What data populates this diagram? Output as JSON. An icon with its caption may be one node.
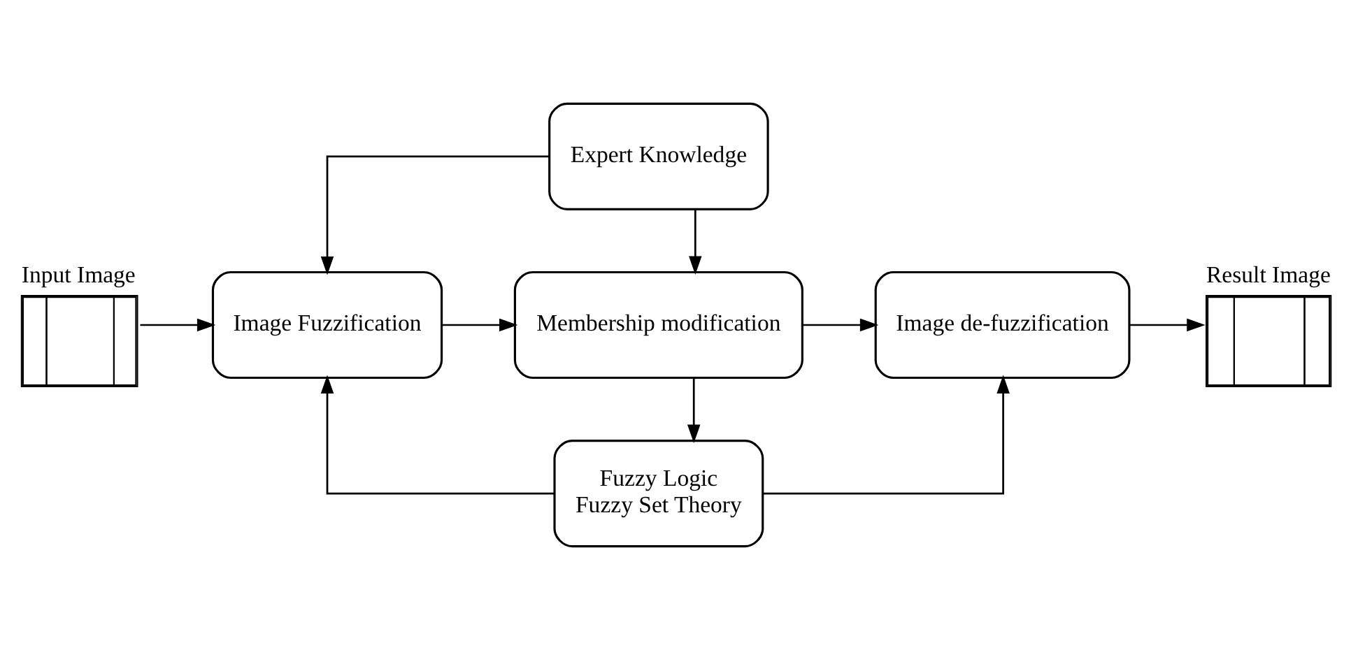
{
  "diagram": {
    "nodes": [
      {
        "text": [
          "Input Image"
        ]
      },
      {
        "text": [
          "Expert Knowledge"
        ]
      },
      {
        "text": [
          "Image Fuzzification"
        ]
      },
      {
        "text": [
          "Membership modification"
        ]
      },
      {
        "text": [
          "Image de-fuzzification"
        ]
      },
      {
        "text": [
          "Result Image"
        ]
      },
      {
        "text": [
          "Fuzzy Logic",
          "Fuzzy Set Theory"
        ]
      }
    ],
    "edges": [
      {
        "from": 0,
        "to": 2,
        "arrow": "to"
      },
      {
        "from": 1,
        "to": 2,
        "arrow": "to"
      },
      {
        "from": 1,
        "to": 3,
        "arrow": "to"
      },
      {
        "from": 2,
        "to": 3,
        "arrow": "to"
      },
      {
        "from": 3,
        "to": 4,
        "arrow": "to"
      },
      {
        "from": 4,
        "to": 5,
        "arrow": "to"
      },
      {
        "from": 3,
        "to": 6,
        "arrow": "to"
      },
      {
        "from": 6,
        "to": 2,
        "arrow": "to"
      },
      {
        "from": 6,
        "to": 4,
        "arrow": "to"
      }
    ]
  }
}
